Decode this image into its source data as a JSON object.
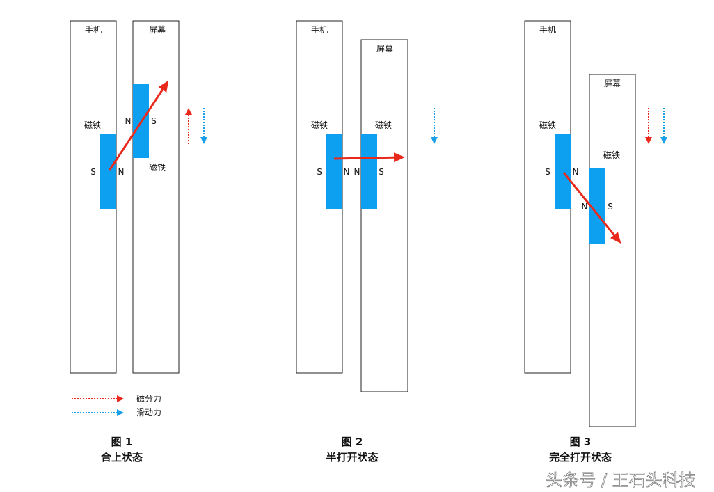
{
  "colors": {
    "magnetic_force": "#e8291c",
    "sliding_force": "#1aa0e8",
    "magnet": "#0ea0f0"
  },
  "figures": [
    {
      "number": "图 1",
      "caption": "合上状态",
      "phone": "手机",
      "screen": "屏幕",
      "magnet_a": "磁铁",
      "magnet_b": "磁铁",
      "poles": [
        "S",
        "N",
        "N",
        "S"
      ]
    },
    {
      "number": "图 2",
      "caption": "半打开状态",
      "phone": "手机",
      "screen": "屏幕",
      "magnet_a": "磁铁",
      "magnet_b": "磁铁",
      "poles": [
        "S",
        "N",
        "N",
        "S"
      ]
    },
    {
      "number": "图 3",
      "caption": "完全打开状态",
      "phone": "手机",
      "screen": "屏幕",
      "magnet_a": "磁铁",
      "magnet_b": "磁铁",
      "poles": [
        "S",
        "N",
        "N",
        "S"
      ]
    }
  ],
  "legend": [
    {
      "label": "磁分力",
      "color": "#e8291c"
    },
    {
      "label": "滑动力",
      "color": "#1aa0e8"
    }
  ],
  "watermark": "头条号 / 王石头科技"
}
